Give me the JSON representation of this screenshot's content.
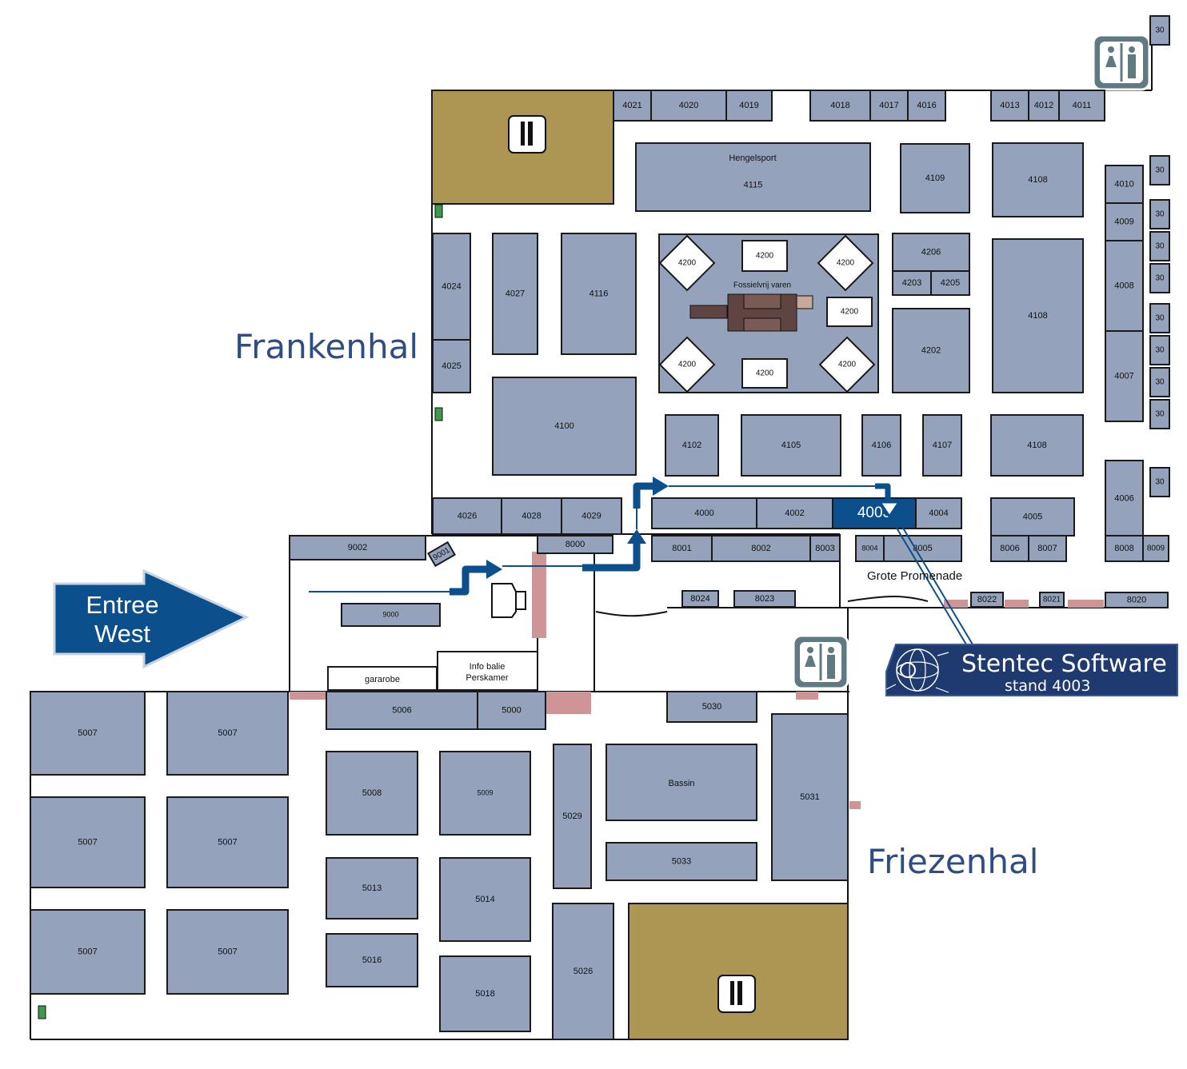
{
  "halls": {
    "frankenhal": "Frankenhal",
    "friezenhal": "Friezenhal"
  },
  "promenade": "Grote Promenade",
  "entrance": {
    "line1": "Entree",
    "line2": "West"
  },
  "highlight_booth": "4003",
  "badge": {
    "title": "Stentec Software",
    "subtitle": "stand 4003"
  },
  "info_desk": {
    "line1": "Info balie",
    "line2": "Perskamer"
  },
  "cloakroom": "gararobe",
  "hengelsport": "Hengelsport",
  "fossielvrij": "Fossielvrij varen",
  "pool": "Bassin",
  "colors": {
    "booth": "#94a3bb",
    "highlight": "#0b4f8d",
    "food_area": "#ad9654",
    "route": "#0b4f8d",
    "hall_text": "#2f4d82",
    "pink_marker": "#cf9596"
  },
  "icons": [
    "restaurant-icon",
    "toilet-icon",
    "fire-extinguisher-icon",
    "route-arrow-icon",
    "globe-logo-icon"
  ],
  "booths": [
    "4021",
    "4020",
    "4019",
    "4018",
    "4017",
    "4016",
    "4013",
    "4012",
    "4011",
    "4115",
    "4109",
    "4108",
    "4010",
    "4009",
    "4008",
    "4007",
    "4006",
    "4024",
    "4027",
    "4116",
    "4025",
    "4100",
    "4200",
    "4206",
    "4203",
    "4205",
    "4202",
    "4102",
    "4105",
    "4106",
    "4107",
    "4026",
    "4028",
    "4029",
    "4000",
    "4002",
    "4003",
    "4004",
    "4005",
    "8000",
    "8001",
    "8002",
    "8003",
    "8004",
    "8005",
    "8006",
    "8007",
    "8008",
    "8009",
    "9002",
    "9001",
    "9000",
    "8024",
    "8023",
    "8022",
    "8021",
    "8020",
    "5006",
    "5000",
    "5030",
    "5007",
    "5008",
    "5009",
    "5029",
    "5031",
    "5033",
    "5013",
    "5014",
    "5016",
    "5018",
    "5026",
    "30"
  ]
}
